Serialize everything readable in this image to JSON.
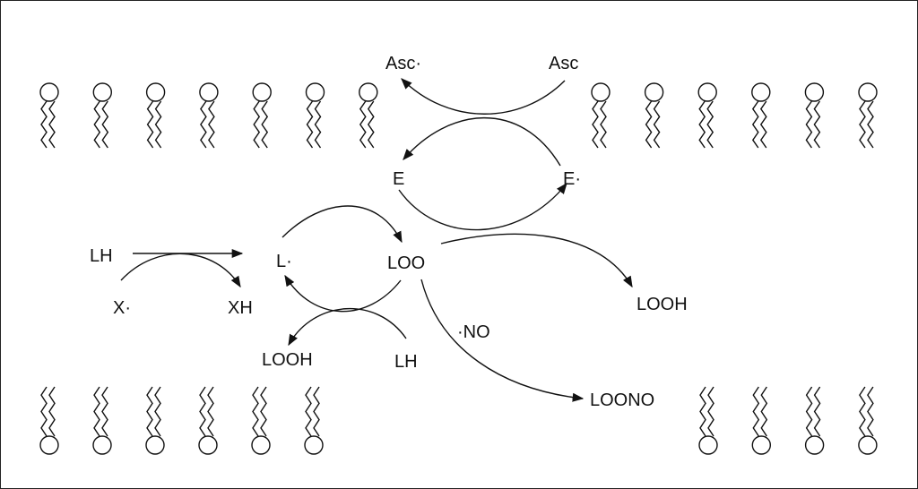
{
  "labels": {
    "asc_radical": "Asc·",
    "asc": "Asc",
    "e": "E",
    "e_radical": "E·",
    "lh_left": "LH",
    "l_radical": "L·",
    "loo": "LOO",
    "x_radical": "X·",
    "xh": "XH",
    "looh_right": "LOOH",
    "looh_bottom": "LOOH",
    "lh_bottom": "LH",
    "no_radical": "·NO",
    "loono": "LOONO"
  },
  "membrane": {
    "top_left_lipids": 7,
    "top_right_lipids": 6,
    "bottom_left_lipids": 6,
    "bottom_right_lipids": 4
  }
}
